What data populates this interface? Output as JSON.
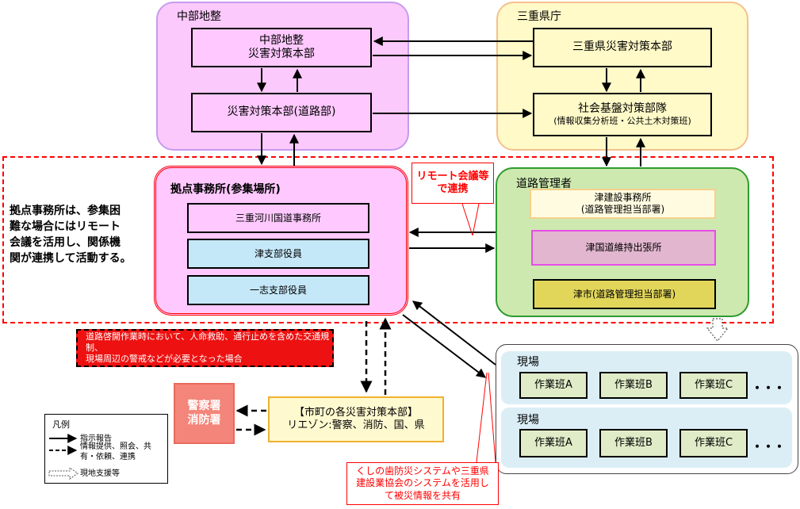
{
  "chubu": {
    "title": "中部地整",
    "hq_line1": "中部地整",
    "hq_line2": "災害対策本部",
    "road_hq": "災害対策本部(道路部)"
  },
  "mie": {
    "title": "三重県庁",
    "hq": "三重県災害対策本部",
    "infra_line1": "社会基盤対策部隊",
    "infra_line2": "(情報収集分析班・公共土木対策班)"
  },
  "base": {
    "title": "拠点事務所(参集場所)",
    "items": [
      "三重河川国道事務所",
      "津支部役員",
      "一志支部役員"
    ]
  },
  "road_admin": {
    "title": "道路管理者",
    "item1_line1": "津建設事務所",
    "item1_line2": "(道路管理担当部署)",
    "item2": "津国道維持出張所",
    "item3": "津市(道路管理担当部署)"
  },
  "remote_label": {
    "line1": "リモート会議等",
    "line2": "で連携"
  },
  "left_note": {
    "lines": [
      "拠点事務所は、参集困",
      "難な場合にはリモート",
      "会議を活用し、関係機",
      "関が連携して活動する。"
    ]
  },
  "red_note": {
    "line1": "道路啓開作業時において、人命救助、通行止めを含めた交通規制、",
    "line2": "現場周辺の警戒などが必要となった場合"
  },
  "police": {
    "line1": "警察署",
    "line2": "消防署"
  },
  "city": {
    "line1": "【市町の各災害対策本部】",
    "line2": "リエゾン:警察、消防、国、県"
  },
  "sites": [
    {
      "title": "現場",
      "teams": [
        "作業班A",
        "作業班B",
        "作業班C"
      ],
      "more": "・・・"
    },
    {
      "title": "現場",
      "teams": [
        "作業班A",
        "作業班B",
        "作業班C"
      ],
      "more": "・・・"
    }
  ],
  "bottom_note": {
    "line1": "くしの歯防災システムや三重県",
    "line2": "建設業協会のシステムを活用し",
    "line3": "て被災情報を共有"
  },
  "legend": {
    "title": "凡例",
    "items": [
      "指示報告",
      "情報提供、照会、共有・依頼、連携",
      "現地支援等"
    ]
  },
  "colors": {
    "chubu_bg": "#fbc9fb",
    "chubu_border": "#c59bf0",
    "mie_bg": "#fffac8",
    "mie_border": "#f5c08c",
    "base_bg": "#ffc9ff",
    "blue": "#c5e8f9",
    "road_bg": "#cde9b0",
    "road_border": "#2e9b2e",
    "red": "#ff0000",
    "alert_bg": "#ee1111",
    "police_bg": "#f4857a",
    "city_bg": "#fff9cf",
    "team_bg": "#e0ecc8",
    "site_bg": "#dbeef6"
  }
}
